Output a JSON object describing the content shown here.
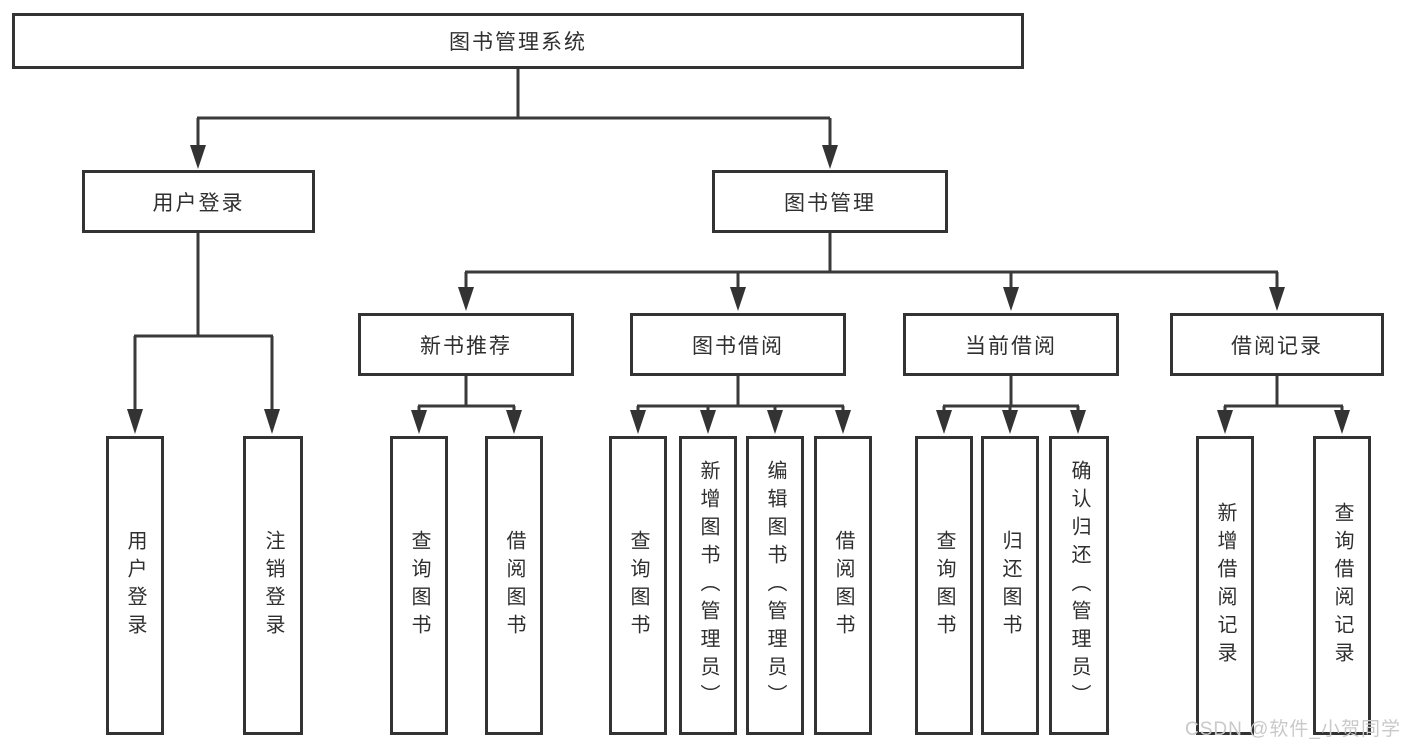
{
  "root": {
    "label": "图书管理系统"
  },
  "branches": {
    "user_login": {
      "label": "用户登录",
      "children": [
        "用户登录",
        "注销登录"
      ]
    },
    "book_management": {
      "label": "图书管理",
      "children": {
        "new_book_recommend": {
          "label": "新书推荐",
          "children": [
            "查询图书",
            "借阅图书"
          ]
        },
        "book_borrow": {
          "label": "图书借阅",
          "children": [
            "查询图书",
            "新增图书（管理员）",
            "编辑图书（管理员）",
            "借阅图书"
          ]
        },
        "current_borrow": {
          "label": "当前借阅",
          "children": [
            "查询图书",
            "归还图书",
            "确认归还（管理员）"
          ]
        },
        "borrow_records": {
          "label": "借阅记录",
          "children": [
            "新增借阅记录",
            "查询借阅记录"
          ]
        }
      }
    }
  },
  "watermark": {
    "text": "CSDN @软件_小贺同学"
  },
  "colors": {
    "border": "#333333",
    "line": "#3a3a3a",
    "text": "#2f2f2f",
    "watermark": "#c9c9c9",
    "background": "#ffffff"
  }
}
